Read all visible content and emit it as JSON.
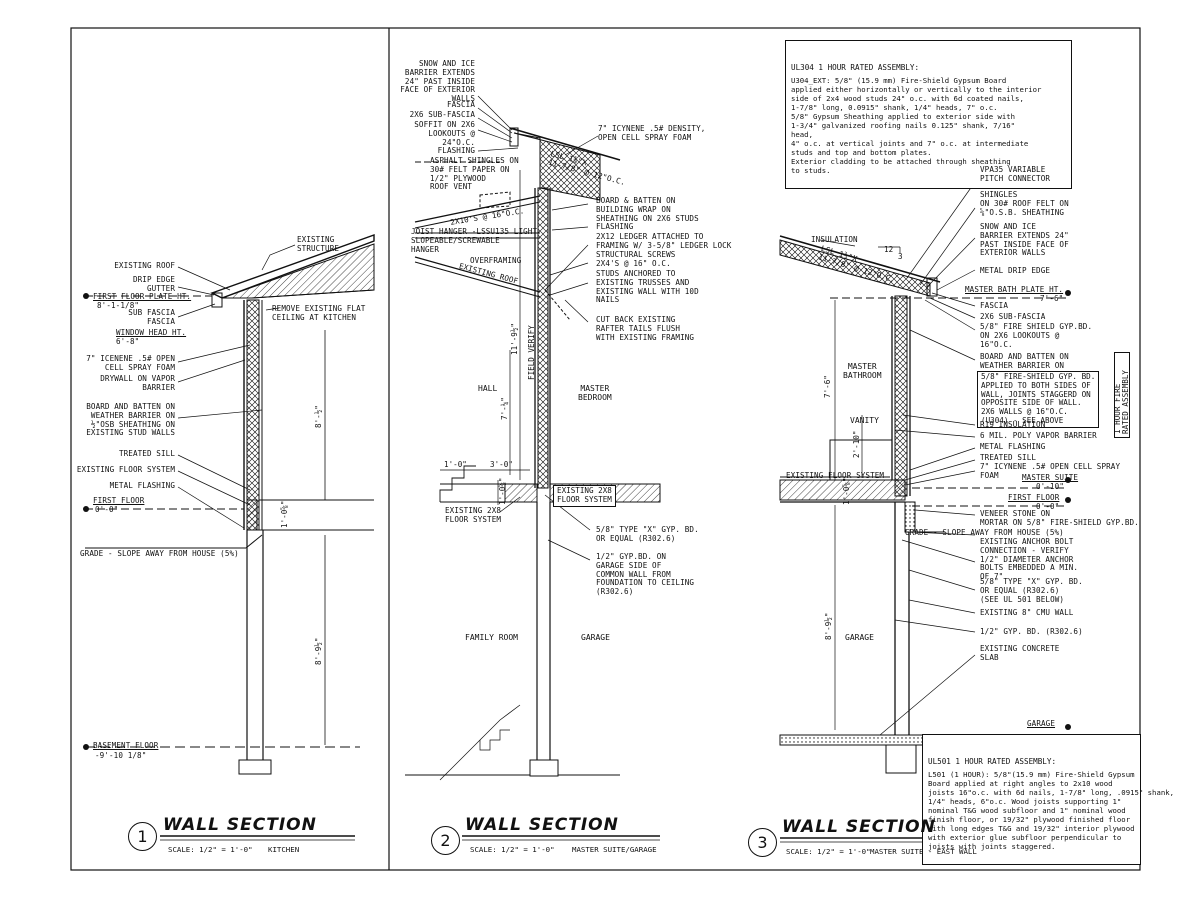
{
  "sections": [
    {
      "number": "1",
      "title": "WALL SECTION",
      "scale": "SCALE: 1/2\" = 1'-0\"",
      "subtitle": "KITCHEN",
      "labels": {
        "existing_structure": "EXISTING\nSTRUCTURE",
        "existing_roof": "EXISTING ROOF",
        "drip_edge": "DRIP EDGE\nGUTTER",
        "first_floor_plate": "FIRST FLOOR PLATE HT.",
        "first_floor_plate_dim": "8'-1-1/8\"",
        "sub_fascia": "SUB FASCIA\nFASCIA",
        "window_head": "WINDOW HEAD HT.",
        "window_head_dim": "6'-8\"",
        "remove_ceiling": "REMOVE EXISTING FLAT\nCEILING AT KITCHEN",
        "spray_foam": "7\" ICENENE .5# OPEN\nCELL SPRAY FOAM",
        "drywall": "DRYWALL ON VAPOR\nBARRIER",
        "board_batten": "BOARD AND BATTEN ON\nWEATHER BARRIER ON\n½\"OSB SHEATHING ON\nEXISTING STUD WALLS",
        "treated_sill": "TREATED SILL",
        "floor_system": "EXISTING FLOOR SYSTEM",
        "metal_flashing": "METAL FLASHING",
        "first_floor": "FIRST FLOOR",
        "first_floor_dim": "0'-0\"",
        "grade": "GRADE - SLOPE AWAY FROM HOUSE (5%)",
        "basement_floor": "BASEMENT FLOOR",
        "basement_floor_dim": "-9'-10 1/8\"",
        "dim_upper": "8'-½\"",
        "dim_lower": "8'-9½\"",
        "dim_joist": "1'-0⅝\""
      }
    },
    {
      "number": "2",
      "title": "WALL SECTION",
      "scale": "SCALE: 1/2\" = 1'-0\"",
      "subtitle": "MASTER SUITE/GARAGE",
      "labels": {
        "snow_ice": "SNOW AND ICE\nBARRIER EXTENDS\n24\" PAST INSIDE\nFACE OF EXTERIOR\nWALLS",
        "fascia": "FASCIA",
        "sub_fascia": "2X6 SUB-FASCIA",
        "soffit": "SOFFIT ON 2X6\nLOOKOUTS @\n24\"O.C.",
        "flashing": "FLASHING",
        "spray_foam": "7\" ICYNENE .5# DENSITY,\nOPEN CELL SPRAY FOAM",
        "shingles": "ASPHALT SHINGLES ON\n30# FELT PAPER ON\n1/2\" PLYWOOD\nROOF VENT",
        "rafters": "2X10'S @ 16\"O.C.",
        "lsl": "LSL 1¾\"X\n11-7/8\" @ 12\"O.C.",
        "board_batten": "BOARD & BATTEN ON\nBUILDING WRAP ON\nSHEATHING ON 2X6 STUDS",
        "flashing2": "FLASHING",
        "joist_hanger": "JOIST HANGER -LSSU135 LIGHT\nSLOPEABLE/SCREWABLE\nHANGER",
        "ledger": "2X12 LEDGER ATTACHED TO\nFRAMING W/ 3-5/8\" LEDGER LOCK\nSTRUCTURAL SCREWS",
        "studs": "2X4'S @ 16\" O.C.",
        "overframing": "OVERFRAMING",
        "existing_roof": "EXISTING ROOF",
        "studs_anchored": "STUDS ANCHORED TO\nEXISTING TRUSSES AND\nEXISTING WALL WITH 10D\nNAILS",
        "cut_back": "CUT BACK EXISTING\nRAFTER TAILS FLUSH\nWITH EXISTING FRAMING",
        "dim_height": "11'-9½\"",
        "field_verify": "FIELD VERIFY",
        "dim_wall": "7'-¼\"",
        "hall": "HALL",
        "master_bedroom": "MASTER\nBEDROOM",
        "dim_step": "1'-0\"",
        "dim_step2": "3'-0\"",
        "dim_floor": "1'-0⅝\"",
        "existing_2x8_box": "EXISTING 2X8\nFLOOR SYSTEM",
        "existing_2x8": "EXISTING 2X8\nFLOOR SYSTEM",
        "type_x": "5/8\" TYPE \"X\" GYP. BD.\nOR EQUAL (R302.6)",
        "half_gyp": "1/2\" GYP.BD. ON\nGARAGE SIDE OF\nCOMMON WALL FROM\nFOUNDATION TO CEILING\n(R302.6)",
        "family_room": "FAMILY ROOM",
        "garage": "GARAGE"
      }
    },
    {
      "number": "3",
      "title": "WALL SECTION",
      "scale": "SCALE: 1/2\" = 1'-0\"",
      "subtitle": "MASTER SUITE - EAST WALL",
      "labels": {
        "vpa": "VPA35 VARIABLE\nPITCH CONNECTOR",
        "shingles": "SHINGLES\nON 30# ROOF FELT ON\n⅝\"O.S.B. SHEATHING",
        "snow_ice": "SNOW AND ICE\nBARRIER EXTENDS 24\"\nPAST INSIDE FACE OF\nEXTERIOR WALLS",
        "insulation": "INSULATION",
        "pitch_12": "12",
        "pitch_3": "3",
        "lsl": "LSL 1¾\"X\n11-7/8\" @ 12\"O.C.",
        "metal_drip": "METAL DRIP EDGE",
        "master_bath_plate": "MASTER BATH PLATE HT.",
        "master_bath_plate_dim": "7'-6\"",
        "fascia": "FASCIA",
        "sub_fascia": "2X6 SUB-FASCIA",
        "fire_shield_soffit": "5/8\" FIRE SHIELD GYP.BD.\nON 2X6 LOOKOUTS @\n16\"O.C.",
        "board_batten": "BOARD AND BATTEN ON\nWEATHER BARRIER ON",
        "fire_box": "5/8\" FIRE-SHIELD GYP. BD.\nAPPLIED TO BOTH SIDES OF\nWALL, JOINTS STAGGERD ON\nOPPOSITE SIDE OF WALL.\n2X6 WALLS @ 16\"O.C.\n(U304) - SEE ABOVE",
        "one_hour": "1 HOUR FIRE\nRATED ASSEMBLY",
        "r19": "R19 INSULATION",
        "poly": "6 MIL. POLY VAPOR BARRIER",
        "metal_flashing": "METAL FLASHING",
        "treated_sill": "TREATED SILL",
        "icynene": "7\" ICYNENE .5# OPEN CELL SPRAY\nFOAM",
        "master_suite": "MASTER SUITE",
        "master_suite_dim": "0'-10\"",
        "first_floor": "FIRST FLOOR",
        "first_floor_dim": "0'-0\"",
        "veneer": "VENEER STONE ON\nMORTAR ON 5/8\" FIRE-SHIELD GYP.BD.",
        "grade": "GRADE - SLOPE AWAY FROM HOUSE (5%)",
        "anchor": "EXISTING ANCHOR BOLT\nCONNECTION - VERIFY\n1/2\" DIAMETER ANCHOR\nBOLTS EMBEDDED A MIN.\nOF 7\"",
        "type_x": "5/8\" TYPE \"X\" GYP. BD.\nOR EQUAL (R302.6)\n(SEE UL 501 BELOW)",
        "cmu": "EXISTING 8\" CMU WALL",
        "half_gyp": "1/2\" GYP. BD. (R302.6)",
        "slab": "EXISTING CONCRETE\nSLAB",
        "garage_lvl": "GARAGE",
        "master_bathroom": "MASTER\nBATHROOM",
        "vanity": "VANITY",
        "floor_system": "EXISTING FLOOR SYSTEM",
        "garage": "GARAGE",
        "dim_76": "7'-6\"",
        "dim_210": "2'-10\"",
        "dim_896": "8'-9½\"",
        "dim_floor": "1'-0⅝\""
      }
    }
  ],
  "notes": {
    "ul304_title": "UL304 1 HOUR RATED ASSEMBLY:",
    "ul304_body": "U304_EXT: 5/8\" (15.9 mm) Fire-Shield Gypsum Board\napplied either horizontally or vertically to the interior\nside of 2x4 wood studs 24\" o.c. with 6d coated nails,\n1-7/8\" long, 0.0915\" shank, 1/4\" heads, 7\" o.c.\n5/8\" Gypsum Sheathing applied to exterior side with\n1-3/4\" galvanized roofing nails 0.125\" shank, 7/16\"\nhead,\n4\" o.c. at vertical joints and 7\" o.c. at intermediate\nstuds and top and bottom plates.\nExterior cladding to be attached through sheathing\nto studs.",
    "ul501_title": "UL501 1 HOUR RATED ASSEMBLY:",
    "ul501_body": "L501 (1 HOUR): 5/8\"(15.9 mm) Fire-Shield Gypsum\nBoard applied at right angles to 2x10 wood\njoists 16\"o.c. with 6d nails, 1-7/8\" long, .0915\" shank,\n1/4\" heads, 6\"o.c. Wood joists supporting 1\"\nnominal T&G wood subfloor and 1\" nominal wood\nfinish floor, or 19/32\" plywood finished floor\nwith long edges T&G and 19/32\" interior plywood\nwith exterior glue subfloor perpendicular to\njoists with joints staggered."
  }
}
